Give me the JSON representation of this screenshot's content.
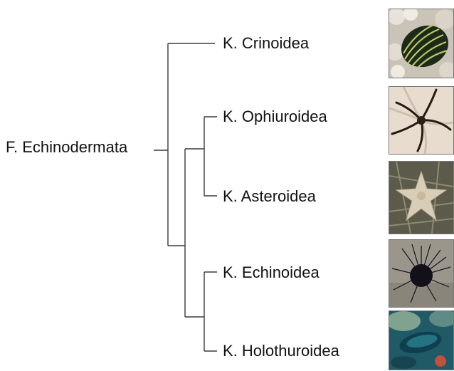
{
  "tree": {
    "root_label": "F. Echinodermata",
    "leaves": [
      {
        "label": "K. Crinoidea",
        "image_icon": "crinoid-photo-icon"
      },
      {
        "label": "K. Ophiuroidea",
        "image_icon": "brittle-star-photo-icon"
      },
      {
        "label": "K. Asteroidea",
        "image_icon": "sea-star-photo-icon"
      },
      {
        "label": "K. Echinoidea",
        "image_icon": "sea-urchin-photo-icon"
      },
      {
        "label": "K. Holothuroidea",
        "image_icon": "sea-cucumber-photo-icon"
      }
    ]
  }
}
